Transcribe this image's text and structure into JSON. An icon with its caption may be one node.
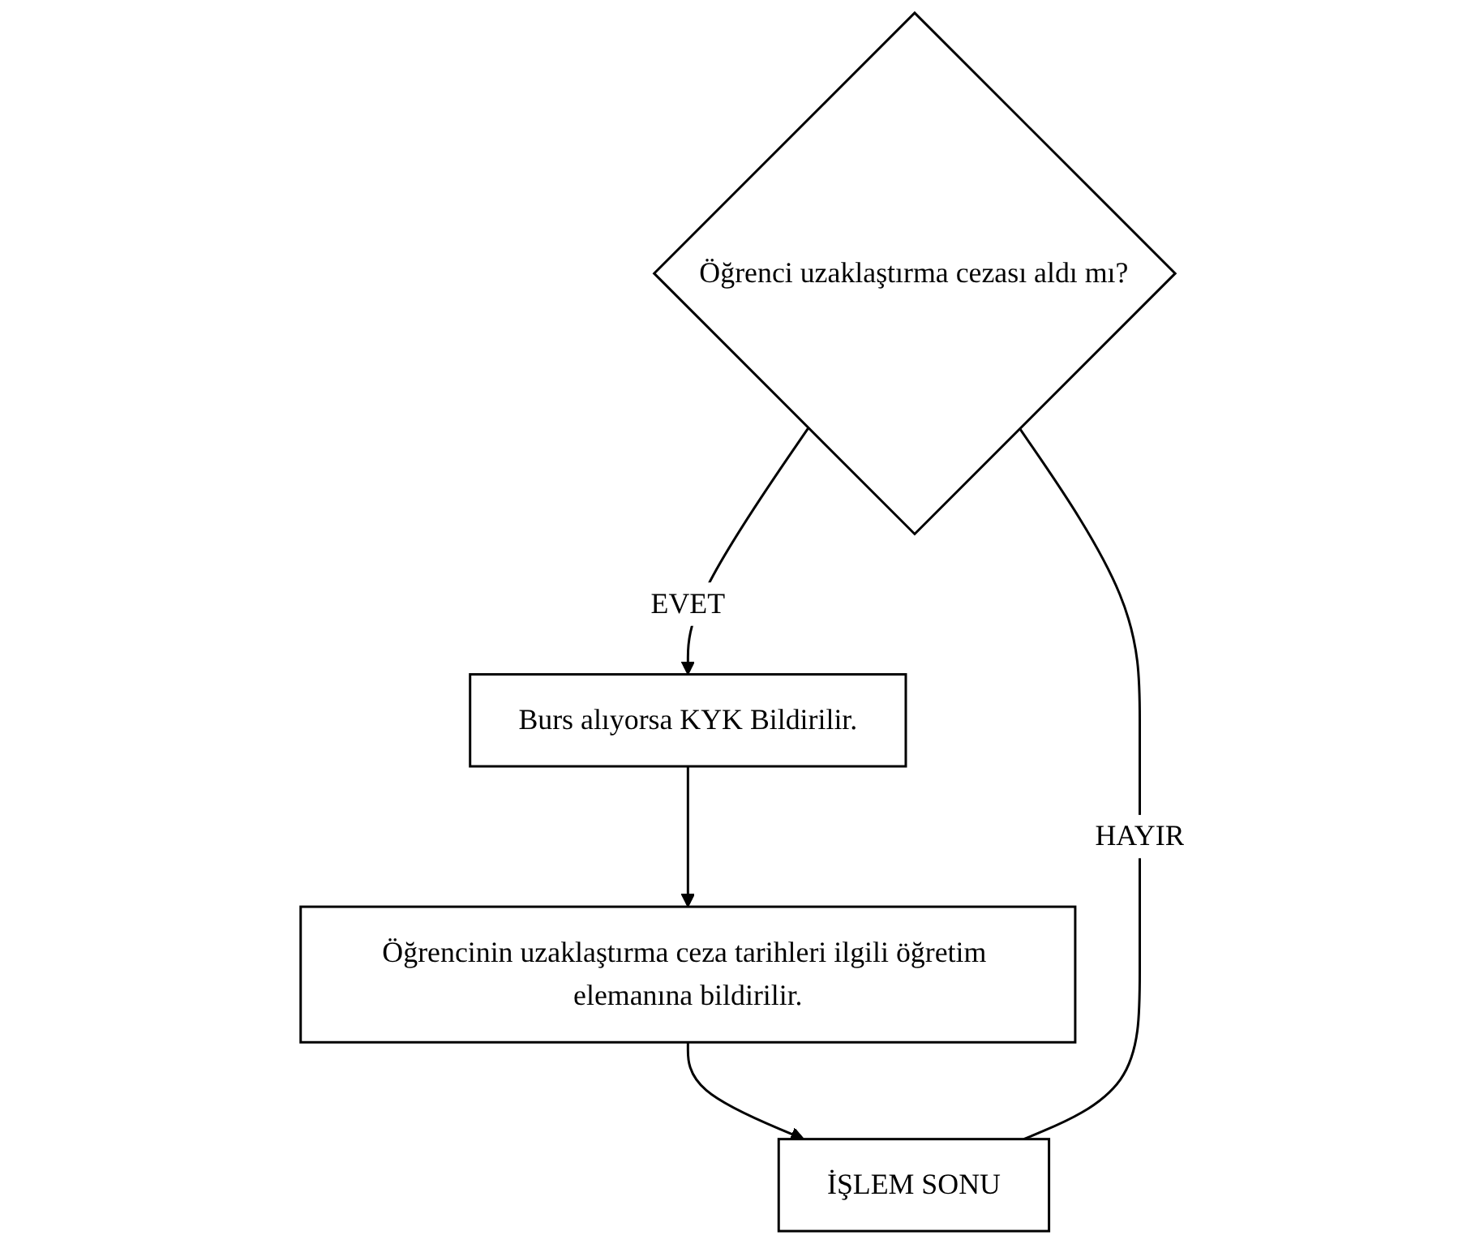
{
  "diagram": {
    "nodes": [
      {
        "text": [
          "Öğrenci uzaklaştırma cezası aldı mı?"
        ]
      },
      {
        "text": [
          "Burs alıyorsa KYK Bildirilir."
        ]
      },
      {
        "text": [
          "Öğrencinin uzaklaştırma ceza tarihleri ilgili öğretim elemanına bildirilir."
        ]
      },
      {
        "text": [
          "İŞLEM SONU"
        ]
      }
    ],
    "edges": [
      {
        "from": 0,
        "to": 1,
        "arrow": "to",
        "label": "EVET"
      },
      {
        "from": 1,
        "to": 2,
        "arrow": "to"
      },
      {
        "from": 2,
        "to": 3,
        "arrow": "to"
      },
      {
        "from": 0,
        "to": 3,
        "arrow": "none",
        "label": "HAYIR"
      }
    ]
  }
}
